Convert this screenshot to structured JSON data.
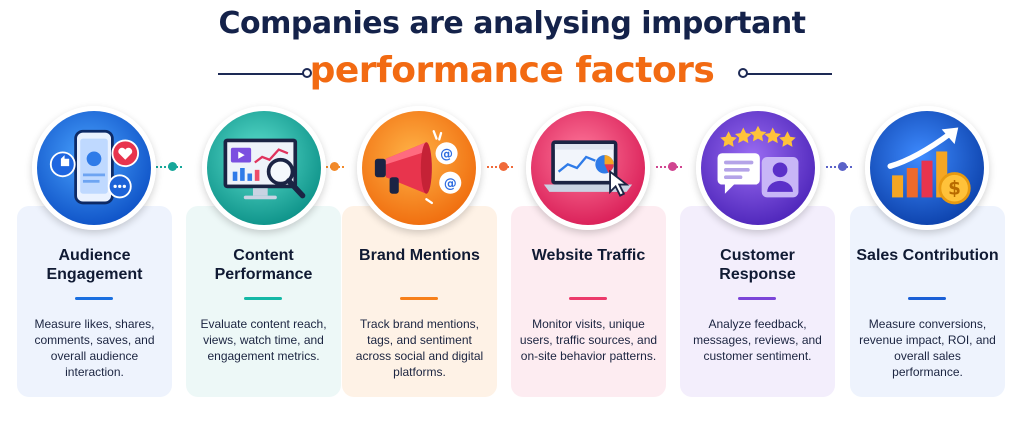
{
  "header": {
    "title_line1": "Companies are analysing important",
    "title_line2": "performance factors"
  },
  "factors": [
    {
      "name": "Audience Engagement",
      "description": "Measure likes, shares, comments, saves, and overall audience interaction.",
      "icon": "phone-social-icon",
      "accent": "#1a6fe0",
      "card_bg": "#eef3fd"
    },
    {
      "name": "Content Performance",
      "description": "Evaluate content reach, views, watch time, and engagement metrics.",
      "icon": "monitor-analytics-icon",
      "accent": "#14b8a6",
      "card_bg": "#edf8f7"
    },
    {
      "name": "Brand Mentions",
      "description": "Track brand mentions, tags, and sentiment across social and digital platforms.",
      "icon": "megaphone-icon",
      "accent": "#f7801a",
      "card_bg": "#fef2e6"
    },
    {
      "name": "Website Traffic",
      "description": "Monitor visits, unique users, traffic sources, and on-site behavior patterns.",
      "icon": "laptop-chart-icon",
      "accent": "#ec3a6b",
      "card_bg": "#fdecf1"
    },
    {
      "name": "Customer Response",
      "description": "Analyze feedback, messages, reviews, and customer sentiment.",
      "icon": "review-stars-icon",
      "accent": "#7b45d8",
      "card_bg": "#f3eefc"
    },
    {
      "name": "Sales Contribution",
      "description": "Measure conversions, revenue impact, ROI, and overall sales performance.",
      "icon": "growth-coin-icon",
      "accent": "#1a5fd6",
      "card_bg": "#eef3fd"
    }
  ]
}
